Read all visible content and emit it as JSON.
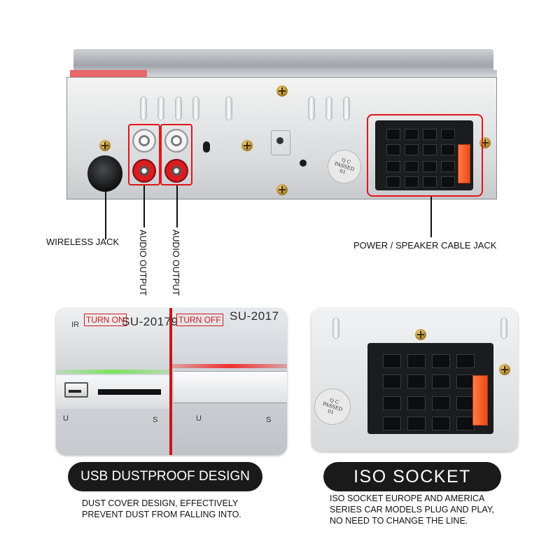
{
  "labels": {
    "wireless_jack": "WIRELESS JACK",
    "audio_output_1": "AUDIO OUTPUT",
    "audio_output_2": "AUDIO OUTPUT",
    "power_speaker": "POWER / SPEAKER CABLE JACK"
  },
  "stamp": {
    "line1": "Q C",
    "line2": "PASSED",
    "line3": "01"
  },
  "usb_photo": {
    "model_left": "SU-20179",
    "model_right": "SU-2017",
    "ir": "IR",
    "turn_on": "TURN ON",
    "turn_off": "TURN OFF",
    "u": "U",
    "s": "S"
  },
  "usb_section": {
    "title": "USB DUSTPROOF DESIGN",
    "caption_line1": "DUST COVER DESIGN, EFFECTIVELY",
    "caption_line2": "PREVENT DUST FROM FALLING INTO."
  },
  "iso_section": {
    "title": "ISO SOCKET",
    "caption_line1": "ISO SOCKET EUROPE AND AMERICA",
    "caption_line2": "SERIES CAR MODELS PLUG AND PLAY,",
    "caption_line3": "NO NEED TO CHANGE THE LINE."
  },
  "colors": {
    "highlight": "#e0161b",
    "pill": "#1a1a1a",
    "fuse": "#ec4a1a"
  }
}
